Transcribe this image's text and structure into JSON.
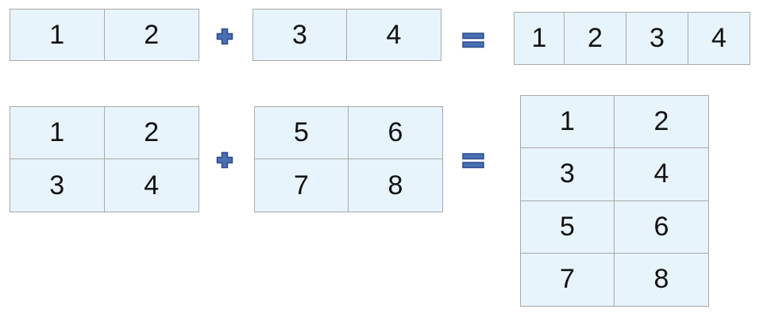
{
  "row1": {
    "left": [
      "1",
      "2"
    ],
    "right": [
      "3",
      "4"
    ],
    "result": [
      "1",
      "2",
      "3",
      "4"
    ]
  },
  "row2": {
    "left": [
      "1",
      "2",
      "3",
      "4"
    ],
    "right": [
      "5",
      "6",
      "7",
      "8"
    ],
    "result": [
      "1",
      "2",
      "3",
      "4",
      "5",
      "6",
      "7",
      "8"
    ]
  },
  "colors": {
    "cell_fill": "#e8f4fb",
    "cell_border": "#a9a9a9",
    "operator_fill": "#4a6fb5",
    "operator_stroke": "#2c4a86"
  },
  "icons": {
    "plus": "plus-icon",
    "equals": "equals-icon"
  }
}
